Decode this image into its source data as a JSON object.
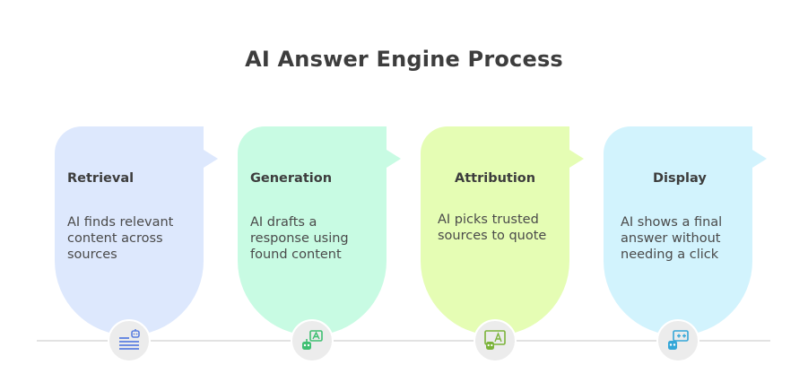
{
  "title": "AI Answer Engine Process",
  "steps": [
    {
      "heading": "Retrieval",
      "description": "AI finds relevant\ncontent across\nsources",
      "color": "#dde8fd",
      "icon": "robot-list-icon",
      "icon_color": "#5b7fe0"
    },
    {
      "heading": "Generation",
      "description": "AI drafts a\nresponse using\nfound content",
      "color": "#c8fbe3",
      "icon": "robot-document-icon",
      "icon_color": "#3fbf72"
    },
    {
      "heading": "Attribution",
      "description": "AI picks trusted\nsources to quote",
      "color": "#e5fdb4",
      "icon": "robot-quote-icon",
      "icon_color": "#7bb33a"
    },
    {
      "heading": "Display",
      "description": "AI shows a final\nanswer without\nneeding a click",
      "color": "#d2f3fd",
      "icon": "robot-screen-icon",
      "icon_color": "#35a7d8"
    }
  ]
}
